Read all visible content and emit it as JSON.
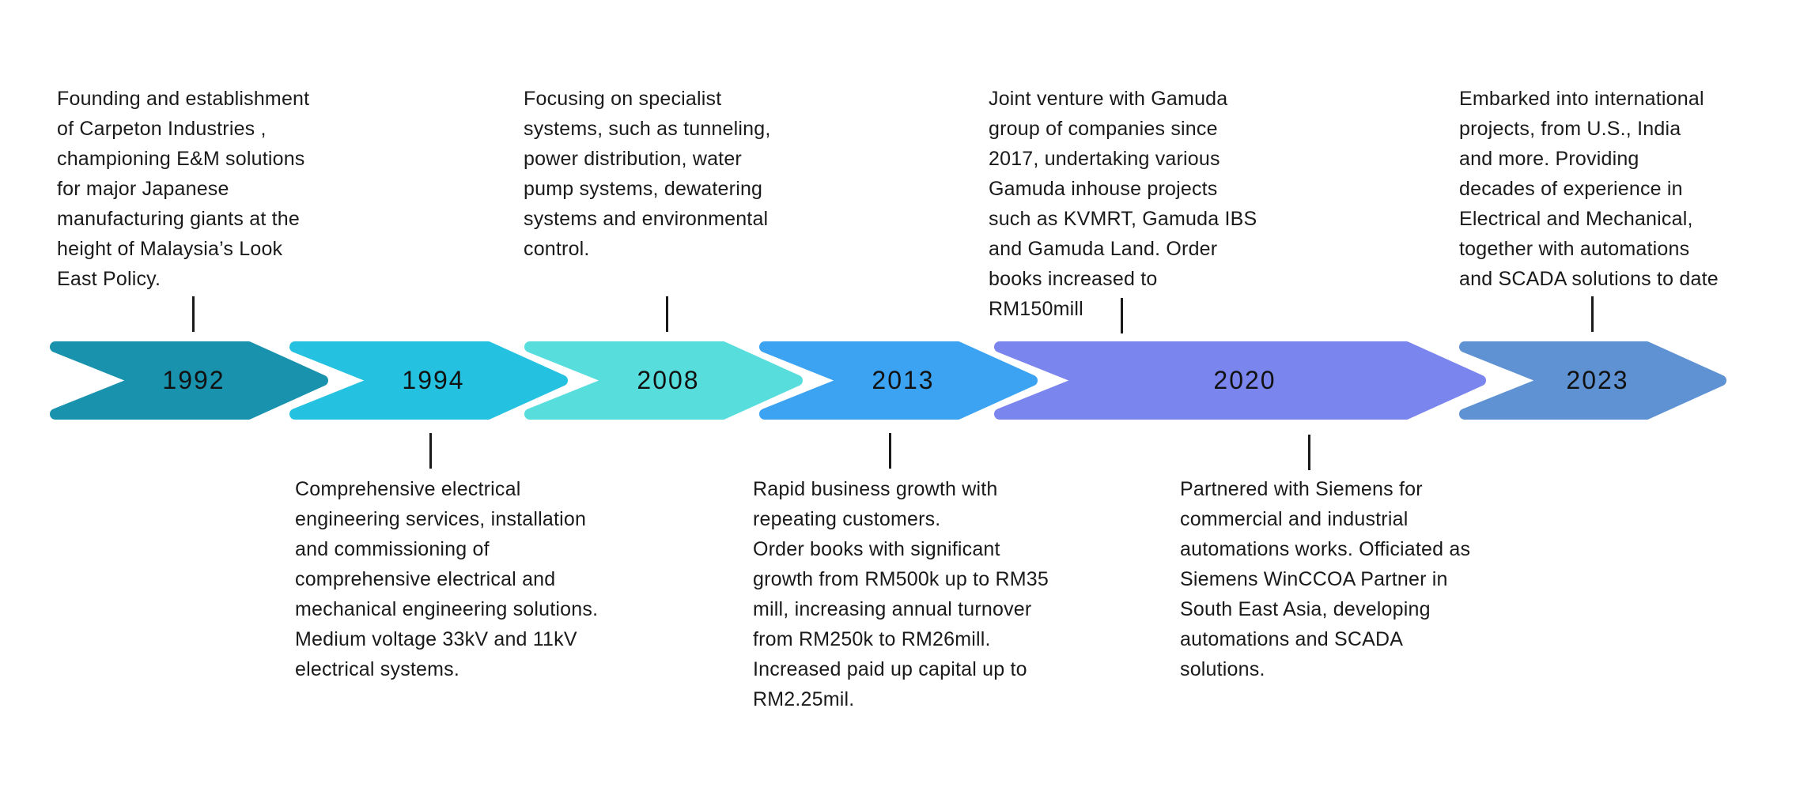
{
  "canvas": {
    "background": "#ffffff",
    "text_color": "#1a1a1a"
  },
  "timeline": {
    "type": "horizontal-arrow-timeline",
    "milestones": [
      {
        "year": "1992",
        "color": "#1992ad",
        "note_above": "Founding and establishment\nof Carpeton Industries ,\nchampioning E&M solutions\nfor major Japanese\nmanufacturing giants at the\nheight of Malaysia’s Look\nEast Policy."
      },
      {
        "year": "1994",
        "color": "#24c2e0",
        "note_below": "Comprehensive electrical\nengineering services, installation\nand commissioning of\ncomprehensive electrical and\nmechanical engineering solutions.\nMedium voltage 33kV and 11kV\nelectrical systems."
      },
      {
        "year": "2008",
        "color": "#58dddd",
        "note_above": "Focusing on specialist\nsystems, such as tunneling,\npower distribution, water\npump systems, dewatering\nsystems and environmental\ncontrol."
      },
      {
        "year": "2013",
        "color": "#3ba3f2",
        "note_below": "Rapid business growth with\nrepeating customers.\nOrder books with significant\ngrowth from RM500k up to RM35\nmill, increasing annual turnover\nfrom RM250k to RM26mill.\nIncreased paid up capital up to\nRM2.25mil."
      },
      {
        "year": "2020",
        "color": "#7a85ee",
        "note_above": "Joint venture with Gamuda\ngroup of companies since\n2017, undertaking various\nGamuda inhouse projects\nsuch as KVMRT, Gamuda IBS\nand Gamuda Land. Order\nbooks increased to\nRM150mill",
        "note_below": "Partnered with Siemens for\ncommercial and industrial\nautomations works. Officiated as\nSiemens WinCCOA Partner in\nSouth East Asia, developing\nautomations and SCADA\nsolutions."
      },
      {
        "year": "2023",
        "color": "#5e92d3",
        "note_above": "Embarked into international\nprojects, from U.S., India\nand more. Providing\ndecades of experience in\nElectrical and Mechanical,\ntogether with automations\nand SCADA solutions to date"
      }
    ]
  }
}
